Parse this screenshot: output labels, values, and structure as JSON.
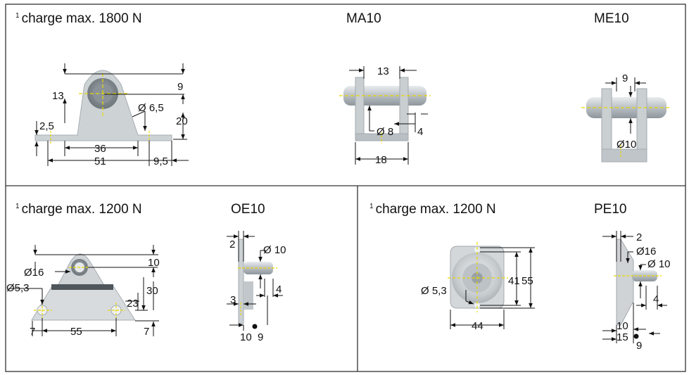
{
  "colors": {
    "border": "#333333",
    "part": "#cfd3d6",
    "part_dark": "#9ea5aa",
    "center_line": "#e8d800",
    "dim_line": "#111111"
  },
  "panels": {
    "top": {
      "note_sup": "1",
      "note": "charge max. 1800 N",
      "ma10_title": "MA10",
      "me10_title": "ME10",
      "bracket_dims": {
        "d13": "13",
        "d9": "9",
        "d6_5": "Ø 6,5",
        "d20": "20",
        "d2_5": "2,5",
        "d36": "36",
        "d51": "51",
        "d9_5": "9,5"
      },
      "ma10_dims": {
        "d13": "13",
        "d8": "Ø 8",
        "d4": "4",
        "d18": "18"
      },
      "me10_dims": {
        "d9": "9",
        "d10": "Ø10"
      }
    },
    "bottom_left": {
      "note_sup": "1",
      "note": "charge max. 1200 N",
      "oe10_title": "OE10",
      "plate_dims": {
        "d16": "Ø16",
        "d10": "10",
        "d5_3": "Ø5,3",
        "d30": "30",
        "d23": "23",
        "d7a": "7",
        "d55": "55",
        "d7b": "7"
      },
      "oe10_dims": {
        "d2": "2",
        "d10t": "Ø 10",
        "d4": "4",
        "d3": "3",
        "d10b": "10",
        "d9": "9"
      }
    },
    "bottom_right": {
      "note_sup": "1",
      "note": "charge max. 1200 N",
      "pe10_title": "PE10",
      "plate_dims": {
        "d41": "41",
        "d55": "55",
        "d5_3": "Ø 5,3",
        "d44": "44"
      },
      "pe10_dims": {
        "d2": "2",
        "d16": "Ø16",
        "d10t": "Ø 10",
        "d4": "4",
        "d10": "10",
        "d15": "15",
        "d9": "9"
      }
    }
  }
}
